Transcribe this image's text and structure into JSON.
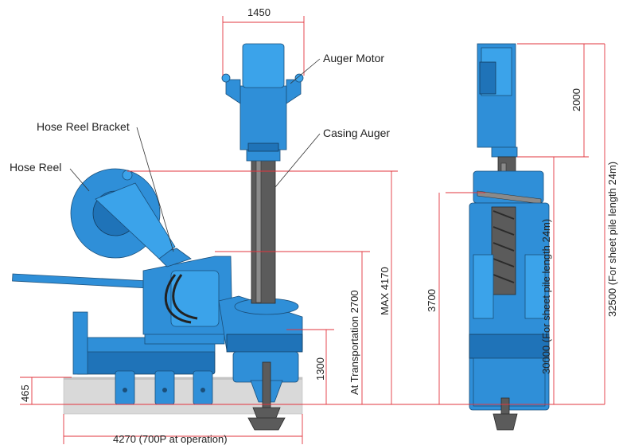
{
  "labels": {
    "auger_motor": "Auger Motor",
    "casing_auger": "Casing Auger",
    "hose_reel_bracket": "Hose Reel Bracket",
    "hose_reel": "Hose Reel"
  },
  "dimensions": {
    "top_width": "1450",
    "ground_height": "465",
    "base_length": "4270 (700P at operation)",
    "height_1300": "1300",
    "transportation": "At Transportation 2700",
    "max_height": "MAX 4170",
    "side_3700": "3700",
    "side_2000": "2000",
    "side_30000": "30000 (For sheet pile length 24m)",
    "side_32500": "32500 (For sheet pile length 24m)"
  },
  "colors": {
    "machine_blue": "#2f8fd8",
    "dimension_red": "#e2343d",
    "ground_grey": "#d9d9d9"
  }
}
